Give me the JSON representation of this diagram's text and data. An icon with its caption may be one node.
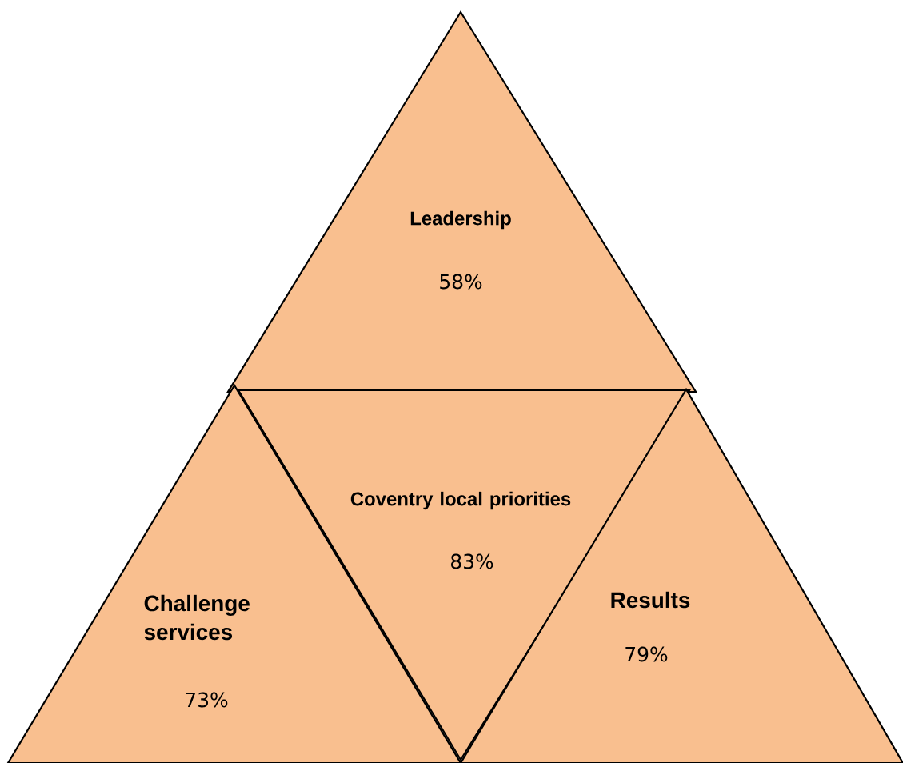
{
  "diagram": {
    "nodes": [
      {
        "text": [
          "Leadership",
          "58%"
        ]
      },
      {
        "text": [
          "Challenge services",
          "73%"
        ]
      },
      {
        "text": [
          "Coventry local priorities",
          "83%"
        ]
      },
      {
        "text": [
          "Results",
          "79%"
        ]
      }
    ]
  }
}
